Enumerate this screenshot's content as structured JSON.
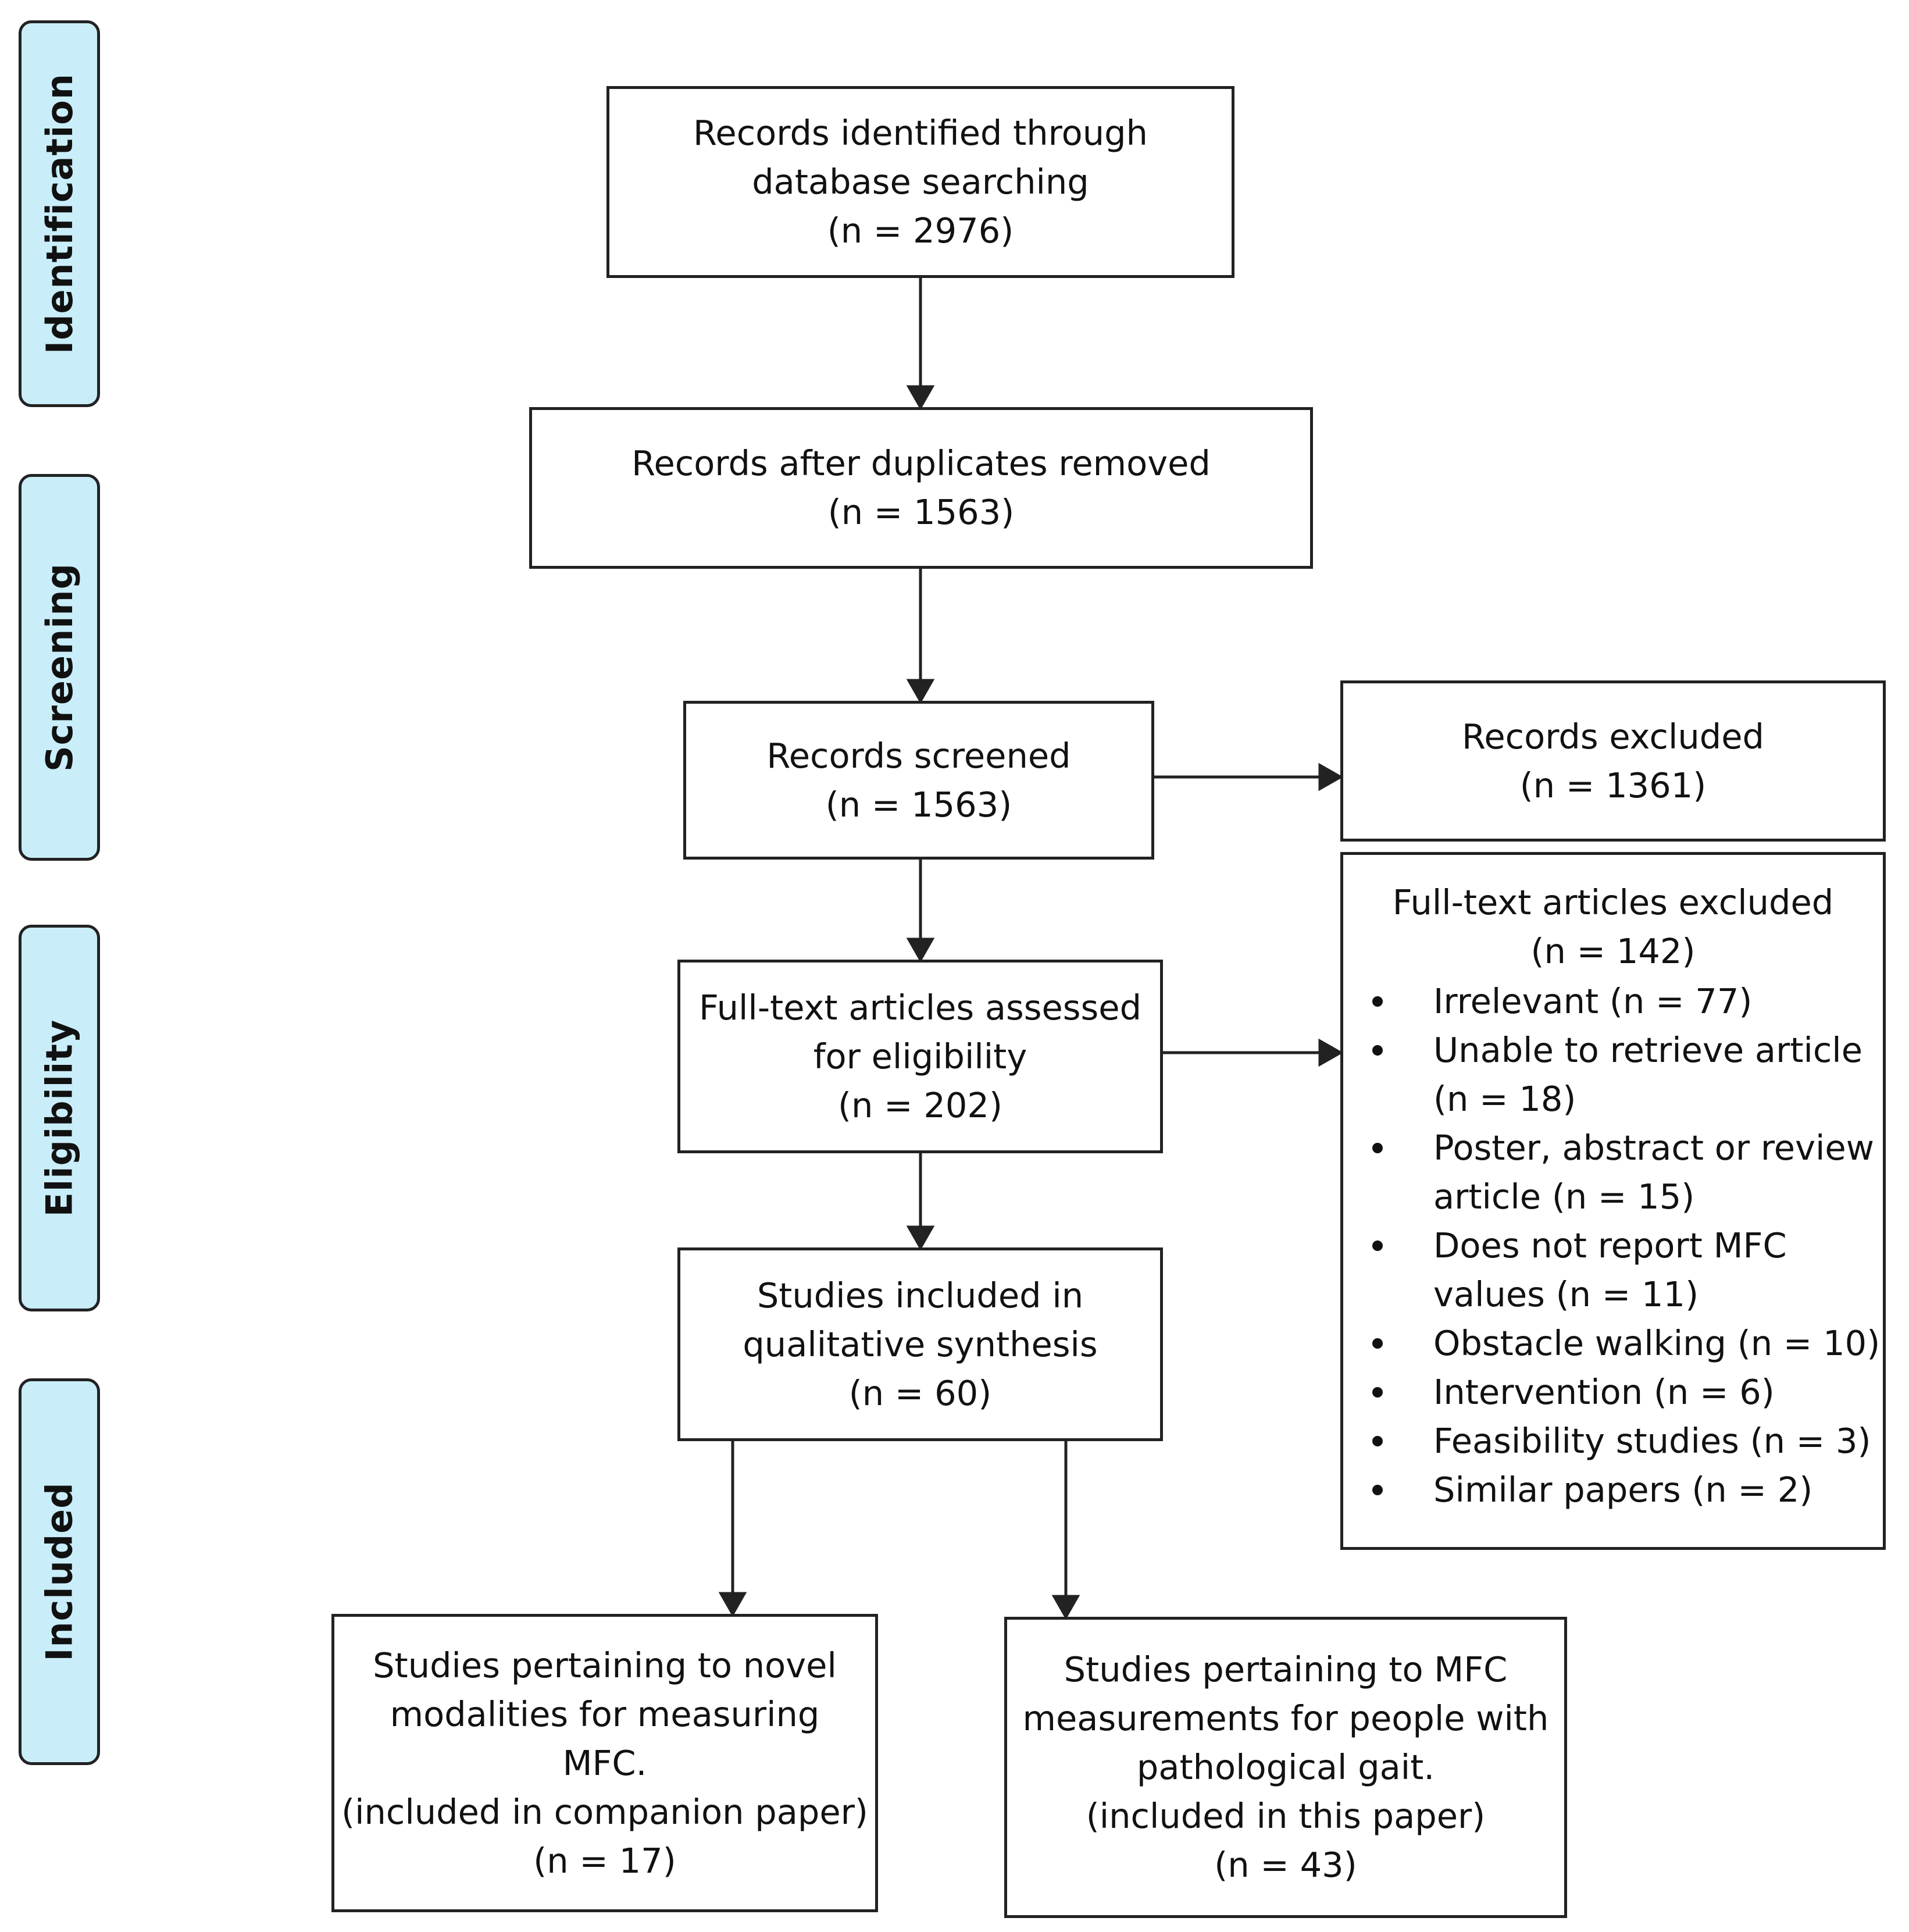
{
  "phases": [
    "Identification",
    "Screening",
    "Eligibility",
    "Included"
  ],
  "boxes": {
    "identified": [
      "Records identified through",
      "database searching",
      "(n = 2976)"
    ],
    "deduplicated": [
      "Records after duplicates removed",
      "(n = 1563)"
    ],
    "screened": [
      "Records screened",
      "(n = 1563)"
    ],
    "records_excluded": [
      "Records excluded",
      "(n = 1361)"
    ],
    "assessed": [
      "Full-text articles assessed",
      "for eligibility",
      "(n = 202)"
    ],
    "included": [
      "Studies included in",
      "qualitative synthesis",
      "(n = 60)"
    ],
    "novel_modalities": [
      "Studies pertaining to novel",
      "modalities for measuring",
      "MFC.",
      "(included in companion paper)",
      "(n = 17)"
    ],
    "pathological_gait": [
      "Studies pertaining to MFC",
      "measurements for people with",
      "pathological gait.",
      "(included in this paper)",
      "(n = 43)"
    ]
  },
  "fulltext_excluded": {
    "heading": [
      "Full-text articles excluded",
      "(n = 142)"
    ],
    "reasons": [
      [
        "Irrelevant (n = 77)"
      ],
      [
        "Unable to retrieve article",
        "(n = 18)"
      ],
      [
        "Poster, abstract or review",
        "article (n = 15)"
      ],
      [
        "Does not report MFC",
        "values (n = 11)"
      ],
      [
        "Obstacle walking (n = 10)"
      ],
      [
        "Intervention (n = 6)"
      ],
      [
        "Feasibility studies (n = 3)"
      ],
      [
        "Similar papers (n = 2)"
      ]
    ]
  },
  "colors": {
    "phase_fill": "#c9eefa",
    "stroke": "#222222"
  }
}
